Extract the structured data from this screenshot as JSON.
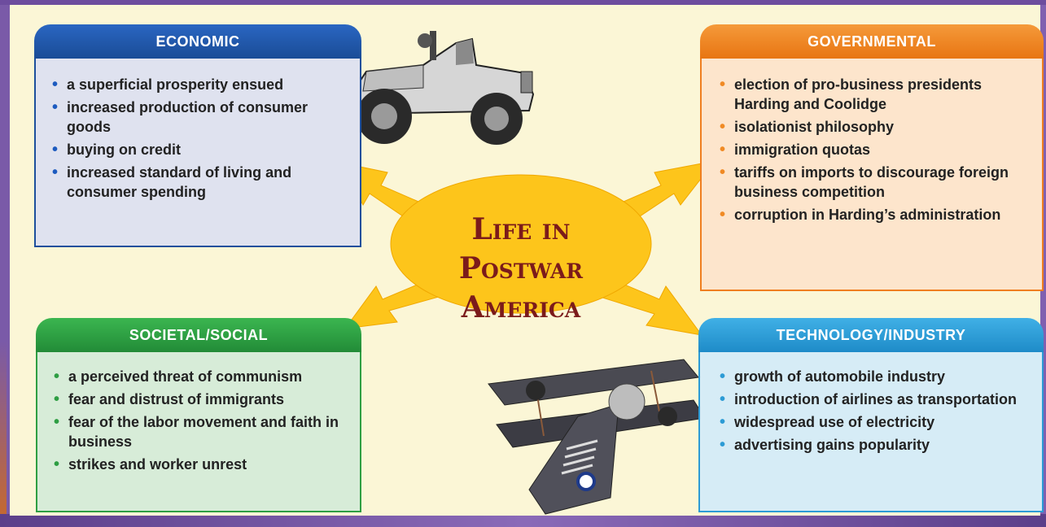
{
  "center": {
    "line1": "Life in",
    "line2": "Postwar America"
  },
  "panels": {
    "economic": {
      "title": "ECONOMIC",
      "color": "#1d4f9c",
      "items": [
        "a superficial prosperity ensued",
        "increased production of consumer goods",
        "buying on credit",
        "increased standard of living and consumer spending"
      ]
    },
    "governmental": {
      "title": "GOVERNMENTAL",
      "color": "#ef7e20",
      "items": [
        "election of pro-business presidents Harding and Coolidge",
        "isolationist philosophy",
        "immigration quotas",
        "tariffs on imports to discourage foreign business competition",
        "corruption in Harding’s administration"
      ]
    },
    "societal": {
      "title": "SOCIETAL/SOCIAL",
      "color": "#2e9e43",
      "items": [
        "a perceived threat of communism",
        "fear and distrust of immigrants",
        "fear of the labor movement and faith in business",
        "strikes and worker unrest"
      ]
    },
    "technology": {
      "title": "TECHNOLOGY/INDUSTRY",
      "color": "#2c9bd5",
      "items": [
        "growth of automobile industry",
        "introduction of airlines as transportation",
        "widespread use of electricity",
        "advertising gains popularity"
      ]
    }
  },
  "bullet_glyph": "•",
  "colors": {
    "arrow": "#fdc51b",
    "title_text": "#7b1b1b",
    "background": "#fbf6d6"
  },
  "icons": [
    "vintage-car-icon",
    "biplane-icon"
  ]
}
